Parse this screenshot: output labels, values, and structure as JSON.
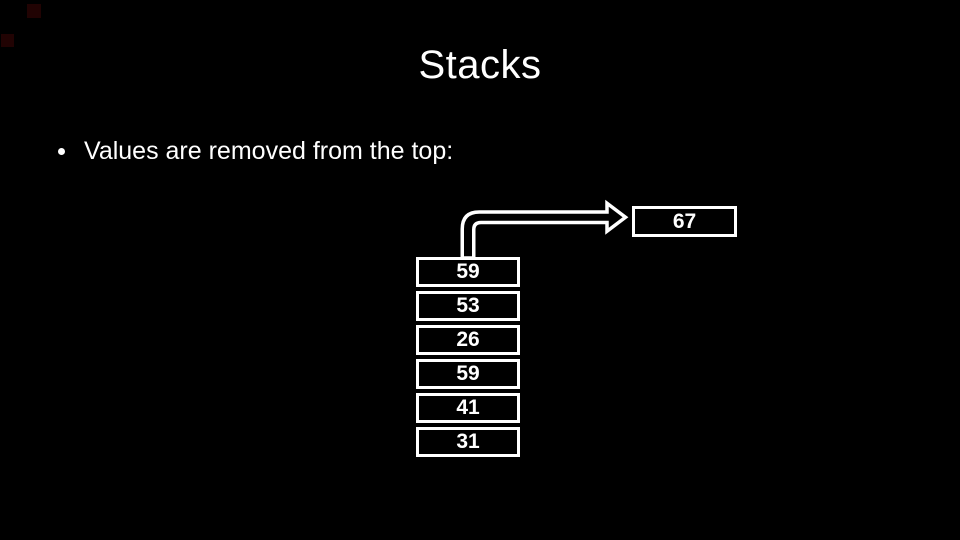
{
  "slide": {
    "title": "Stacks",
    "bullet": {
      "marker_icon": "bullet-dot",
      "text": "Values are removed from the top:"
    },
    "popped_box": {
      "value": "67"
    },
    "stack": {
      "values": [
        "59",
        "53",
        "26",
        "59",
        "41",
        "31"
      ]
    },
    "arrow_icon": "bent-pop-arrow",
    "colors": {
      "background": "#000000",
      "foreground": "#ffffff",
      "box_border": "#ffffff",
      "artifact_red": "#210303"
    }
  }
}
